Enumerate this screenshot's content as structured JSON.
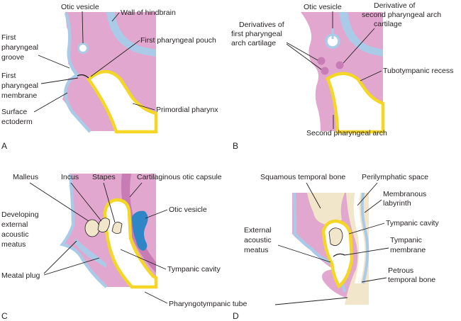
{
  "panels": {
    "a": {
      "letter": "A",
      "labels": {
        "otic_vesicle": "Otic vesicle",
        "wall_of_hindbrain": "Wall of hindbrain",
        "first_pharyngeal_groove": [
          "First",
          "pharyngeal",
          "groove"
        ],
        "first_pharyngeal_pouch": "First pharyngeal pouch",
        "first_pharyngeal_membrane": [
          "First",
          "pharyngeal",
          "membrane"
        ],
        "surface_ectoderm": [
          "Surface",
          "ectoderm"
        ],
        "primordial_pharynx": "Primordial pharynx"
      }
    },
    "b": {
      "letter": "B",
      "labels": {
        "otic_vesicle": "Otic vesicle",
        "derivative_second_arch": [
          "Derivative of",
          "second pharyngeal arch",
          "cartilage"
        ],
        "derivatives_first_arch": [
          "Derivatives of",
          "first pharyngeal",
          "arch cartilage"
        ],
        "tubotympanic_recess": "Tubotympanic recess",
        "second_pharyngeal_arch": "Second pharyngeal arch"
      }
    },
    "c": {
      "letter": "C",
      "labels": {
        "malleus": "Malleus",
        "incus": "Incus",
        "stapes": "Stapes",
        "cartilaginous_otic_capsule": "Cartilaginous otic capsule",
        "developing_external_acoustic_meatus": [
          "Developing",
          "external",
          "acoustic",
          "meatus"
        ],
        "otic_vesicle": "Otic vesicle",
        "meatal_plug": "Meatal plug",
        "tympanic_cavity": "Tympanic cavity",
        "pharyngotympanic_tube": "Pharyngotympanic tube"
      }
    },
    "d": {
      "letter": "D",
      "labels": {
        "squamous_temporal_bone": "Squamous temporal bone",
        "perilymphatic_space": "Perilymphatic space",
        "membranous_labyrinth": [
          "Membranous",
          "labyrinth"
        ],
        "external_acoustic_meatus": [
          "External",
          "acoustic",
          "meatus"
        ],
        "tympanic_cavity": "Tympanic cavity",
        "tympanic_membrane": [
          "Tympanic",
          "membrane"
        ],
        "petrous_temporal_bone": [
          "Petrous",
          "temporal bone"
        ]
      }
    }
  },
  "colors": {
    "tissue_pink": "#e2a7cf",
    "capsule_pink": "#c77db3",
    "ectoderm_blue": "#a9cbe8",
    "endoderm_yellow": "#f4d627",
    "bone_cream": "#f1e6c9",
    "vesicle_blue": "#2f86c6",
    "outline": "#231f20"
  }
}
